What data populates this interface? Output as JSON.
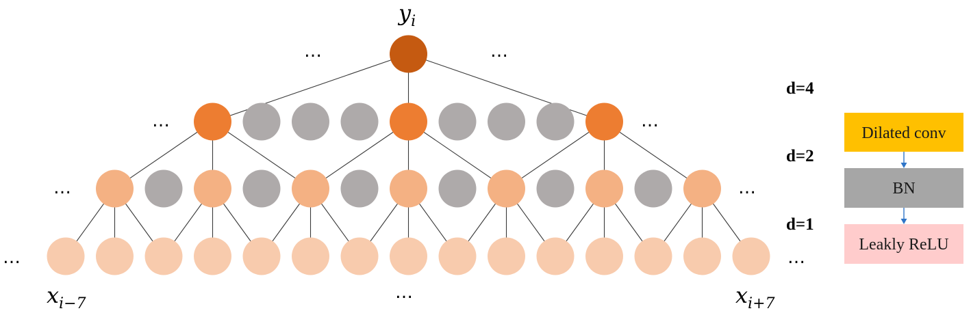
{
  "labels": {
    "output": "y",
    "output_sub": "i",
    "input_left": "x",
    "input_left_sub": "i−7",
    "input_right": "x",
    "input_right_sub": "i+7",
    "ellipsis": "…"
  },
  "dilations": [
    "d=4",
    "d=2",
    "d=1"
  ],
  "legend_blocks": [
    {
      "label": "Dilated conv",
      "color": "#ffc000"
    },
    {
      "label": "BN",
      "color": "#a6a6a6"
    },
    {
      "label": "Leakly ReLU",
      "color": "#ffcccc"
    }
  ],
  "colors": {
    "output_node": "#c55a11",
    "layer3_active": "#ed7d31",
    "layer2_active": "#f4b183",
    "input_node": "#f8cbad",
    "inactive_node": "#aeaaaa",
    "edge": "#3a3a3a",
    "arrow": "#2e75c8"
  }
}
